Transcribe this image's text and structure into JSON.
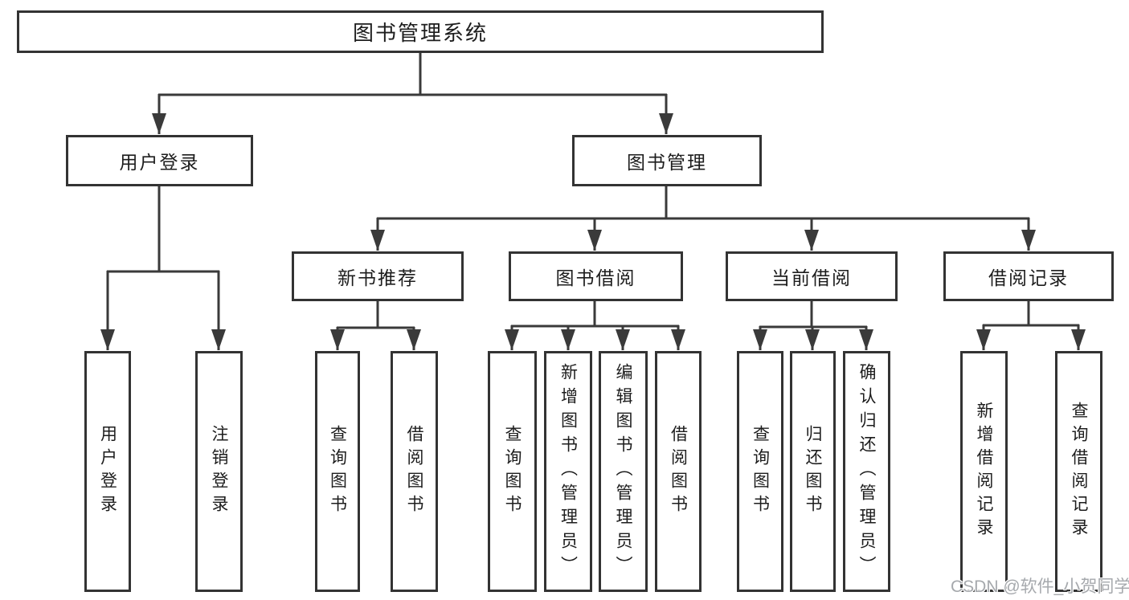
{
  "diagram": {
    "root": {
      "label": "图书管理系统"
    },
    "level2": [
      {
        "label": "用户登录"
      },
      {
        "label": "图书管理"
      }
    ],
    "user_login_children": [
      {
        "label": "用户登录"
      },
      {
        "label": "注销登录"
      }
    ],
    "book_mgmt_children": [
      {
        "label": "新书推荐"
      },
      {
        "label": "图书借阅"
      },
      {
        "label": "当前借阅"
      },
      {
        "label": "借阅记录"
      }
    ],
    "new_book_children": [
      {
        "label": "查询图书"
      },
      {
        "label": "借阅图书"
      }
    ],
    "book_borrow_children": [
      {
        "label": "查询图书"
      },
      {
        "label": "新增图书（管理员）"
      },
      {
        "label": "编辑图书（管理员）"
      },
      {
        "label": "借阅图书"
      }
    ],
    "current_borrow_children": [
      {
        "label": "查询图书"
      },
      {
        "label": "归还图书"
      },
      {
        "label": "确认归还（管理员）"
      }
    ],
    "borrow_record_children": [
      {
        "label": "新增借阅记录"
      },
      {
        "label": "查询借阅记录"
      }
    ]
  },
  "watermark": {
    "text": "CSDN @软件_小贺同学"
  },
  "colors": {
    "line": "#3a3a3a",
    "box_border": "#333333",
    "box_fill": "#ffffff",
    "text": "#1d1d1d",
    "background": "#ffffff",
    "watermark": "#a6a9ad"
  }
}
